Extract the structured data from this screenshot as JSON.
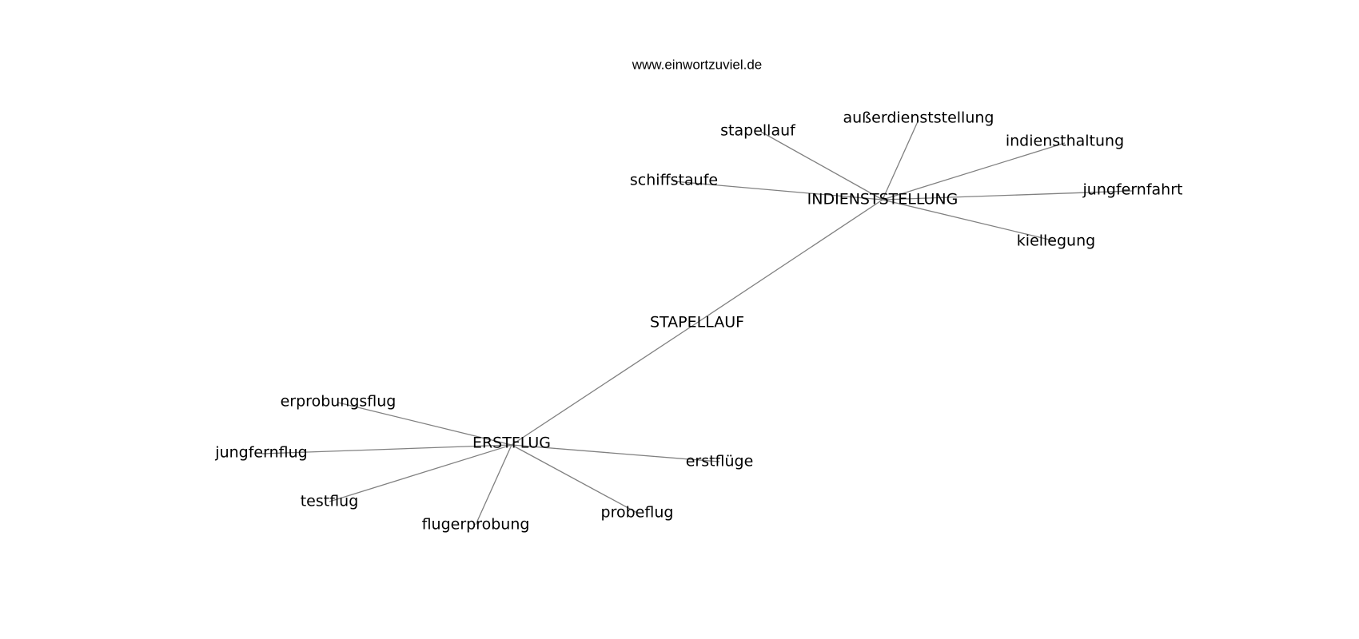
{
  "source": "www.einwortzuviel.de",
  "graph": {
    "center": "STAPELLAUF",
    "hubs": [
      {
        "label": "INDIENSTSTELLUNG",
        "neighbors": [
          "stapellauf",
          "außerdienststellung",
          "indiensthaltung",
          "schiffstaufe",
          "jungfernfahrt",
          "kiellegung"
        ]
      },
      {
        "label": "ERSTFLUG",
        "neighbors": [
          "erprobungsflug",
          "jungfernflug",
          "testflug",
          "flugerprobung",
          "probeflug",
          "erstflüge"
        ]
      }
    ]
  }
}
